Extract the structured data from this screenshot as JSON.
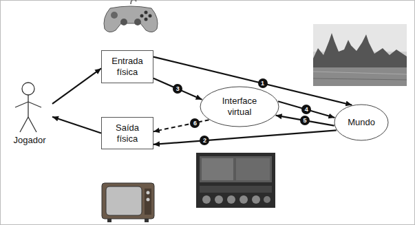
{
  "diagram": {
    "nodes": [
      {
        "text": [
          "Entrada física"
        ]
      },
      {
        "text": [
          "Jogador"
        ]
      },
      {
        "text": [
          "Interface virtual"
        ]
      },
      {
        "text": [
          "Mundo"
        ]
      },
      {
        "text": [
          "Saída física"
        ]
      }
    ],
    "edges": [
      {
        "from": 1,
        "to": 0,
        "arrow": "to"
      },
      {
        "from": 4,
        "to": 1,
        "arrow": "to"
      },
      {
        "from": 0,
        "to": 3,
        "label": "1",
        "arrow": "to"
      },
      {
        "from": 3,
        "to": 4,
        "label": "2",
        "arrow": "to"
      },
      {
        "from": 0,
        "to": 2,
        "label": "3",
        "arrow": "to"
      },
      {
        "from": 2,
        "to": 3,
        "label": "4",
        "arrow": "to"
      },
      {
        "from": 3,
        "to": 2,
        "label": "5",
        "arrow": "to"
      },
      {
        "from": 2,
        "to": 4,
        "label": "6",
        "arrow": "to"
      }
    ]
  }
}
